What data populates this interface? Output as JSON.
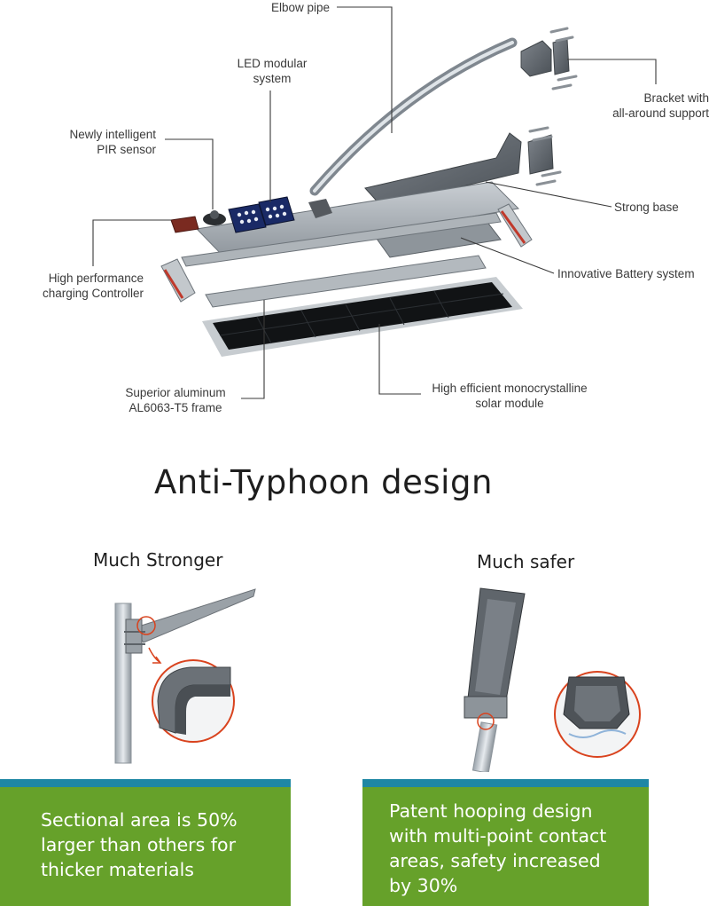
{
  "diagram": {
    "labels": {
      "elbow_pipe": "Elbow pipe",
      "led_module": [
        "LED modular",
        "system"
      ],
      "pir_sensor": [
        "Newly intelligent",
        "PIR sensor"
      ],
      "bracket": [
        "Bracket with",
        "all-around support"
      ],
      "strong_base": "Strong base",
      "battery": "Innovative Battery system",
      "controller": [
        "High performance",
        "charging Controller"
      ],
      "frame": [
        "Superior aluminum",
        "AL6063-T5 frame"
      ],
      "solar": [
        "High efficient monocrystalline",
        "solar module"
      ]
    }
  },
  "section": {
    "title": "Anti-Typhoon design",
    "left": {
      "heading": "Much Stronger",
      "panel_lines": [
        "Sectional area is 50%",
        "larger than others for",
        "thicker materials"
      ]
    },
    "right": {
      "heading": "Much safer",
      "panel_lines": [
        "Patent hooping design",
        "with multi-point contact",
        "areas, safety increased",
        "by 30%"
      ]
    }
  },
  "colors": {
    "panel_green": "#66a12a",
    "panel_stripe_blue": "#1e87a4",
    "leader_line": "#3a3a3a",
    "accent_red": "#c0392b"
  }
}
